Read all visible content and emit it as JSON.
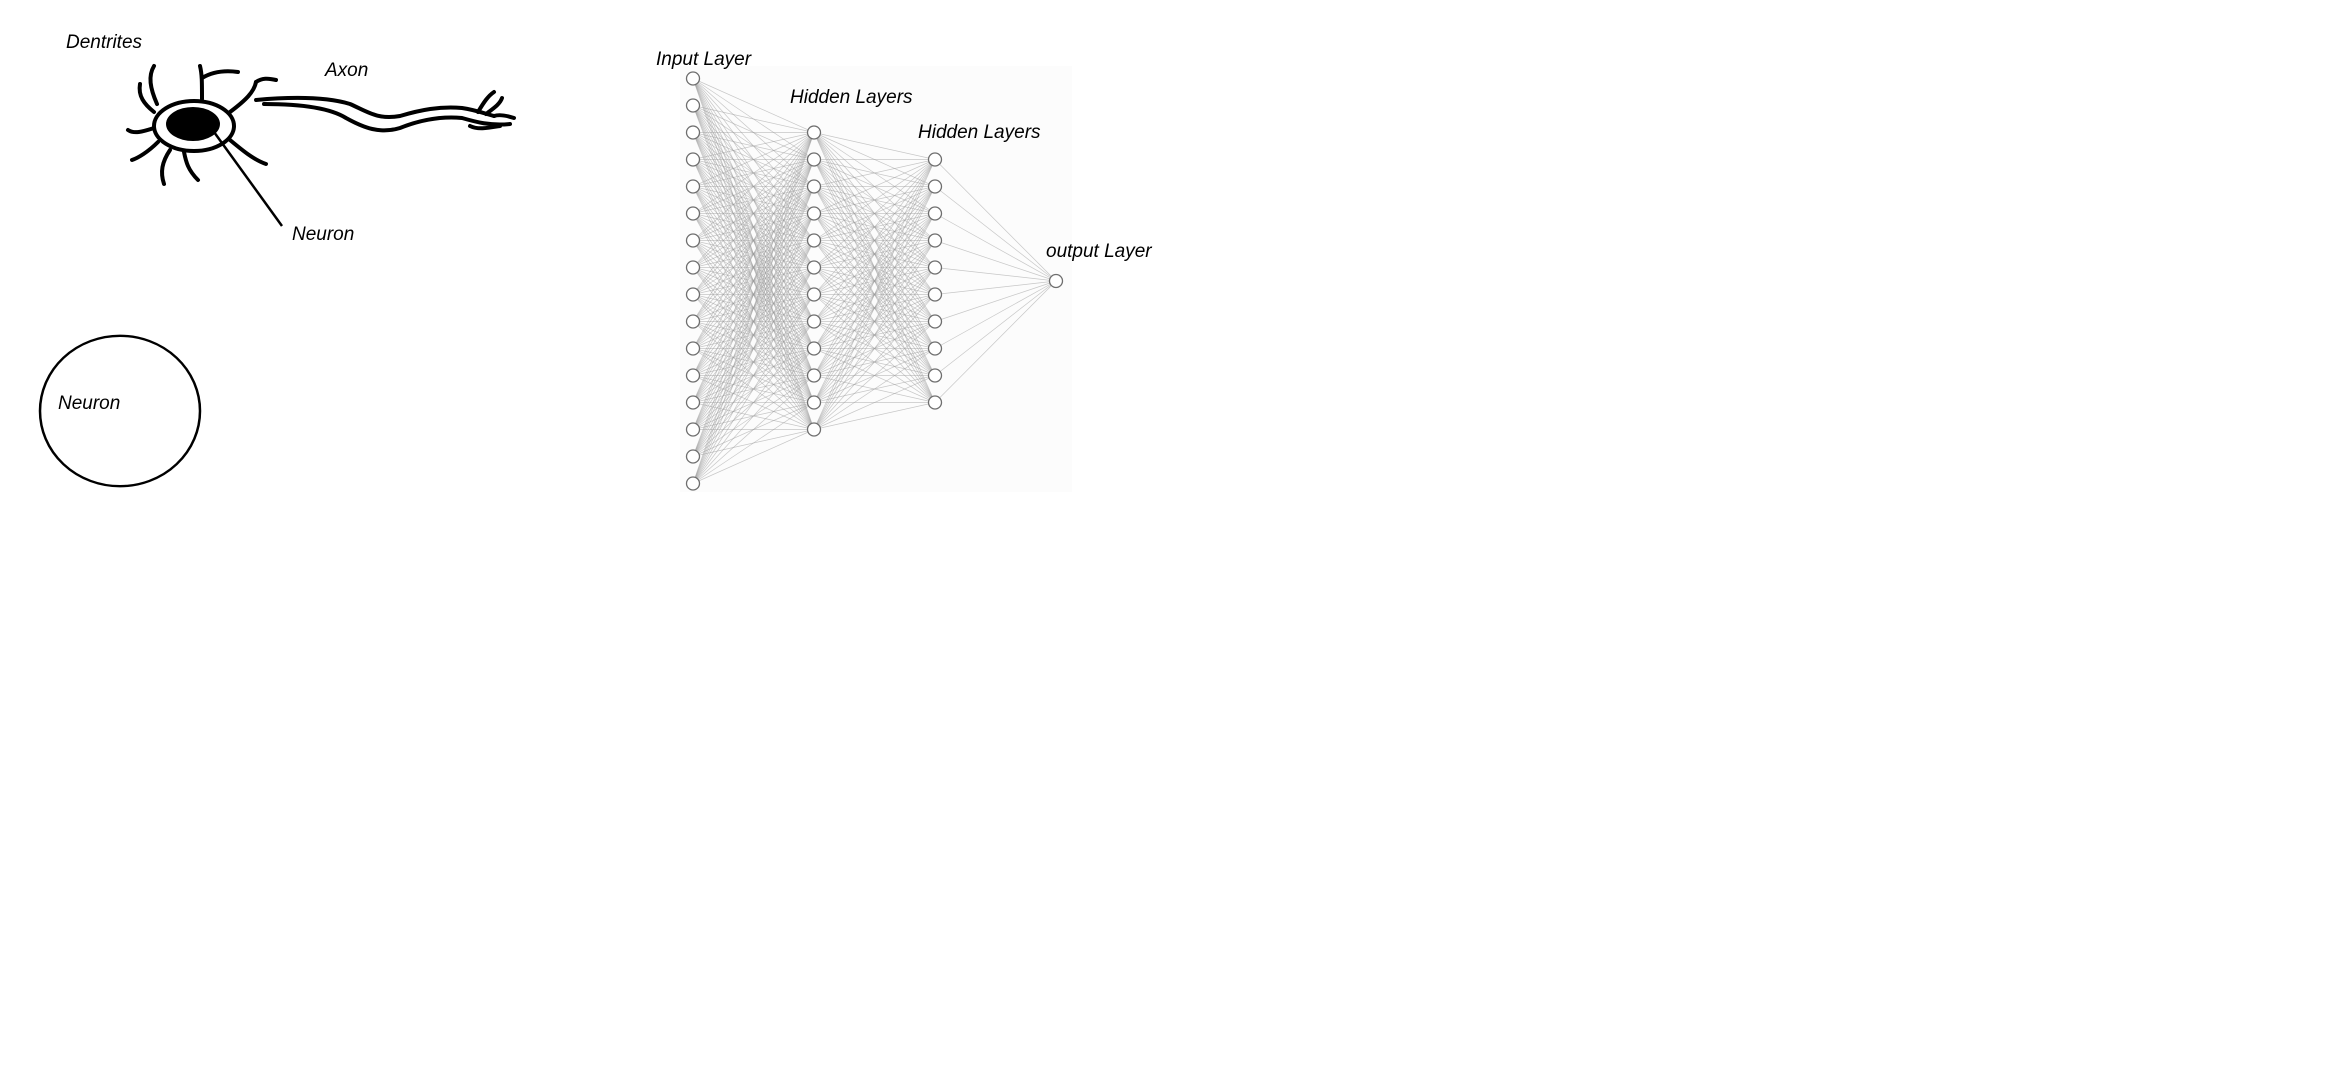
{
  "neuron_sketch": {
    "labels": {
      "dendrites": "Dentrites",
      "axon": "Axon",
      "neuron": "Neuron"
    }
  },
  "circle_neuron": {
    "label": "Neuron"
  },
  "network": {
    "layers": [
      {
        "label": "Input Layer",
        "nodes": 16
      },
      {
        "label": "Hidden Layers",
        "nodes": 12
      },
      {
        "label": "Hidden Layers",
        "nodes": 10
      },
      {
        "label": "output Layer",
        "nodes": 1
      }
    ],
    "colors": {
      "edge": "#9a9a9a",
      "node_stroke": "#6e6e6e",
      "node_fill": "#ffffff"
    }
  }
}
